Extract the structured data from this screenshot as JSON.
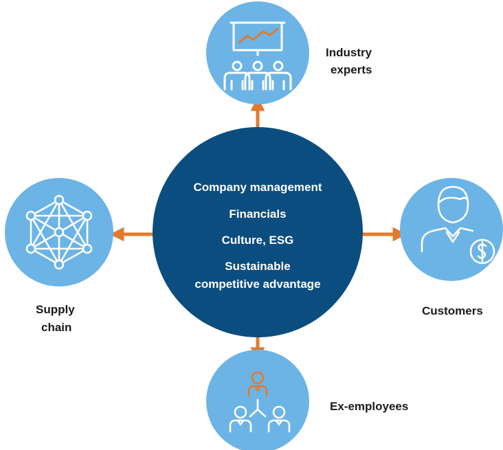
{
  "center": {
    "lines": [
      "Company management",
      "Financials",
      "Culture, ESG",
      "Sustainable",
      "competitive advantage"
    ]
  },
  "nodes": {
    "industry_experts": {
      "label_line1": "Industry",
      "label_line2": "experts",
      "icon": "presentation-audience-icon"
    },
    "supply_chain": {
      "label_line1": "Supply",
      "label_line2": "chain",
      "icon": "network-mesh-icon"
    },
    "customers": {
      "label": "Customers",
      "icon": "customer-dollar-icon"
    },
    "ex_employees": {
      "label": "Ex-employees",
      "icon": "org-hierarchy-icon"
    }
  },
  "colors": {
    "center_fill": "#0c4d7f",
    "node_fill": "#6cb4e6",
    "arrow": "#e07b2e",
    "icon_stroke": "#ffffff",
    "icon_accent": "#e07b2e"
  }
}
